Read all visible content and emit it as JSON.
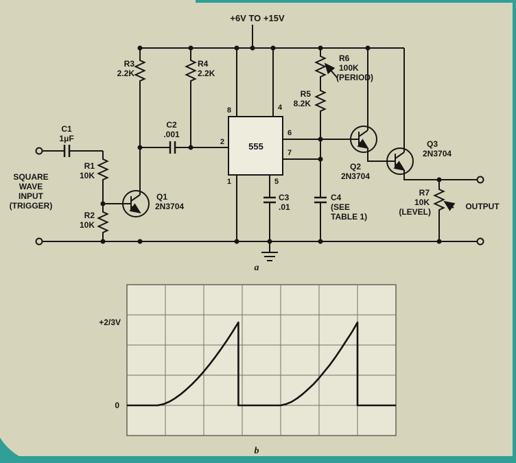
{
  "figure": {
    "section_a_label": "a",
    "section_b_label": "b"
  },
  "schematic": {
    "supply_label": "+6V TO +15V",
    "input_label": [
      "SQUARE",
      "WAVE",
      "INPUT",
      "(TRIGGER)"
    ],
    "output_label": "OUTPUT",
    "ic555": {
      "label": "555",
      "pins": {
        "p1": "1",
        "p2": "2",
        "p4": "4",
        "p5": "5",
        "p6": "6",
        "p7": "7",
        "p8": "8"
      }
    },
    "components": {
      "c1": {
        "ref": "C1",
        "value": "1μF"
      },
      "c2": {
        "ref": "C2",
        "value": ".001"
      },
      "c3": {
        "ref": "C3",
        "value": ".01"
      },
      "c4": {
        "ref": "C4",
        "note1": "(SEE",
        "note2": "TABLE 1)"
      },
      "r1": {
        "ref": "R1",
        "value": "10K"
      },
      "r2": {
        "ref": "R2",
        "value": "10K"
      },
      "r3": {
        "ref": "R3",
        "value": "2.2K"
      },
      "r4": {
        "ref": "R4",
        "value": "2.2K"
      },
      "r5": {
        "ref": "R5",
        "value": "8.2K"
      },
      "r6": {
        "ref": "R6",
        "value": "100K",
        "note": "(PERIOD)"
      },
      "r7": {
        "ref": "R7",
        "value": "10K",
        "note": "(LEVEL)"
      },
      "q1": {
        "ref": "Q1",
        "part": "2N3704"
      },
      "q2": {
        "ref": "Q2",
        "part": "2N3704"
      },
      "q3": {
        "ref": "Q3",
        "part": "2N3704"
      }
    }
  },
  "graph": {
    "y_peak_label": "+2/3V",
    "y_zero_label": "0"
  },
  "chart_data": {
    "type": "line",
    "title": "Sawtooth output waveform (section b)",
    "ytick_labels": [
      "0",
      "+2/3V"
    ],
    "xlim": [
      0,
      7
    ],
    "x_divisions": 7,
    "y_divisions": 5,
    "y_units": "fraction of +2/3 V supply threshold",
    "grid": true,
    "series": [
      {
        "name": "sawtooth output",
        "x": [
          0,
          0.8,
          0.95,
          1.1,
          1.25,
          1.4,
          1.55,
          1.7,
          1.85,
          2.0,
          2.15,
          2.3,
          2.45,
          2.6,
          2.75,
          2.9,
          2.9,
          4.0,
          4.14,
          4.29,
          4.43,
          4.57,
          4.71,
          4.86,
          5.0,
          5.14,
          5.29,
          5.43,
          5.57,
          5.71,
          5.86,
          6.0,
          6.0,
          7.0
        ],
        "y": [
          0,
          0,
          0.015,
          0.044,
          0.085,
          0.135,
          0.193,
          0.258,
          0.33,
          0.408,
          0.493,
          0.584,
          0.68,
          0.781,
          0.888,
          1.0,
          0,
          0,
          0.015,
          0.044,
          0.085,
          0.135,
          0.193,
          0.258,
          0.33,
          0.408,
          0.493,
          0.584,
          0.68,
          0.781,
          0.888,
          1.0,
          0,
          0
        ]
      }
    ]
  }
}
